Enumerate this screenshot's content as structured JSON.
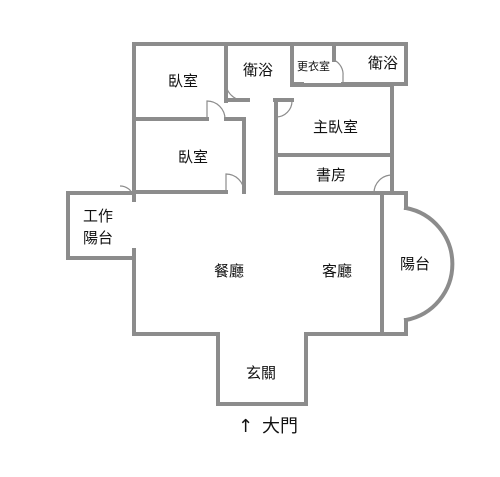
{
  "rooms": {
    "bedroom_top": "臥室",
    "bath_left": "衛浴",
    "closet": "更衣室",
    "bath_right": "衛浴",
    "master_bedroom": "主臥室",
    "bedroom_mid": "臥室",
    "study": "書房",
    "work_balcony_line1": "工作",
    "work_balcony_line2": "陽台",
    "dining": "餐廳",
    "living": "客廳",
    "balcony": "陽台",
    "foyer": "玄關"
  },
  "entrance": {
    "arrow": "↑",
    "label": "大門"
  },
  "colors": {
    "wall": "#8c8c8c",
    "text": "#111111"
  }
}
